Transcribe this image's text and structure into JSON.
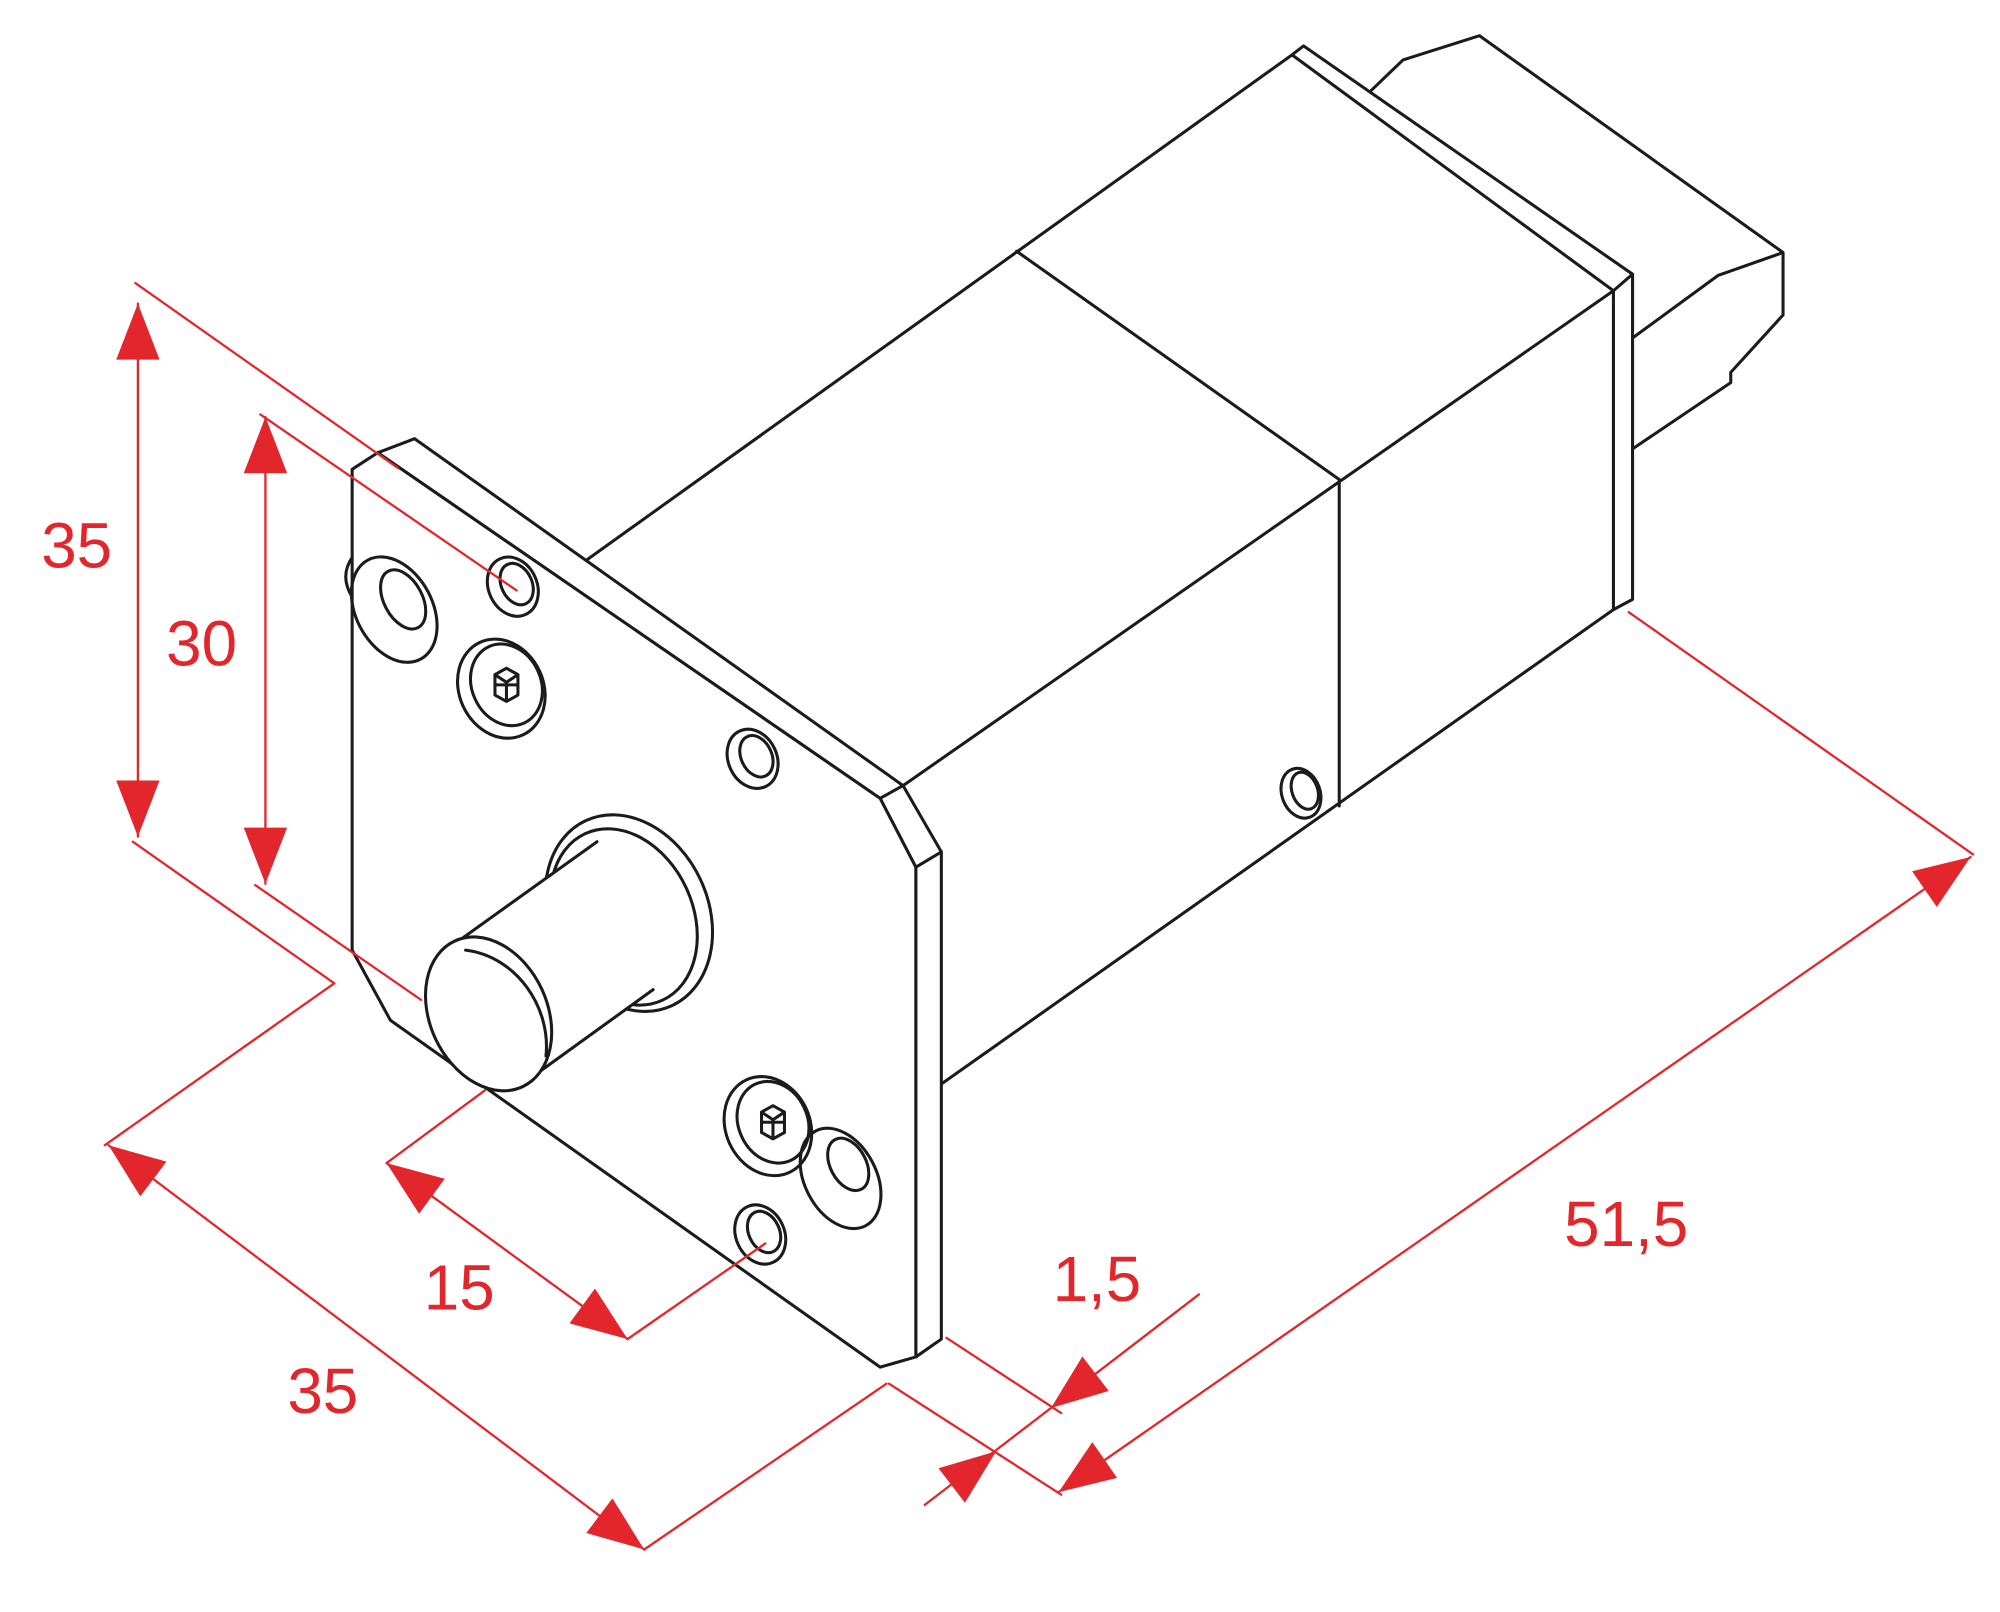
{
  "dimensions": {
    "vertical_outer": "35",
    "vertical_inner": "30",
    "plate_width": "35",
    "knob_offset": "15",
    "plate_thickness": "1,5",
    "overall_length": "51,5"
  },
  "colors": {
    "dimension": "#e3262c",
    "outline": "#1b1b1b",
    "background": "#ffffff"
  }
}
